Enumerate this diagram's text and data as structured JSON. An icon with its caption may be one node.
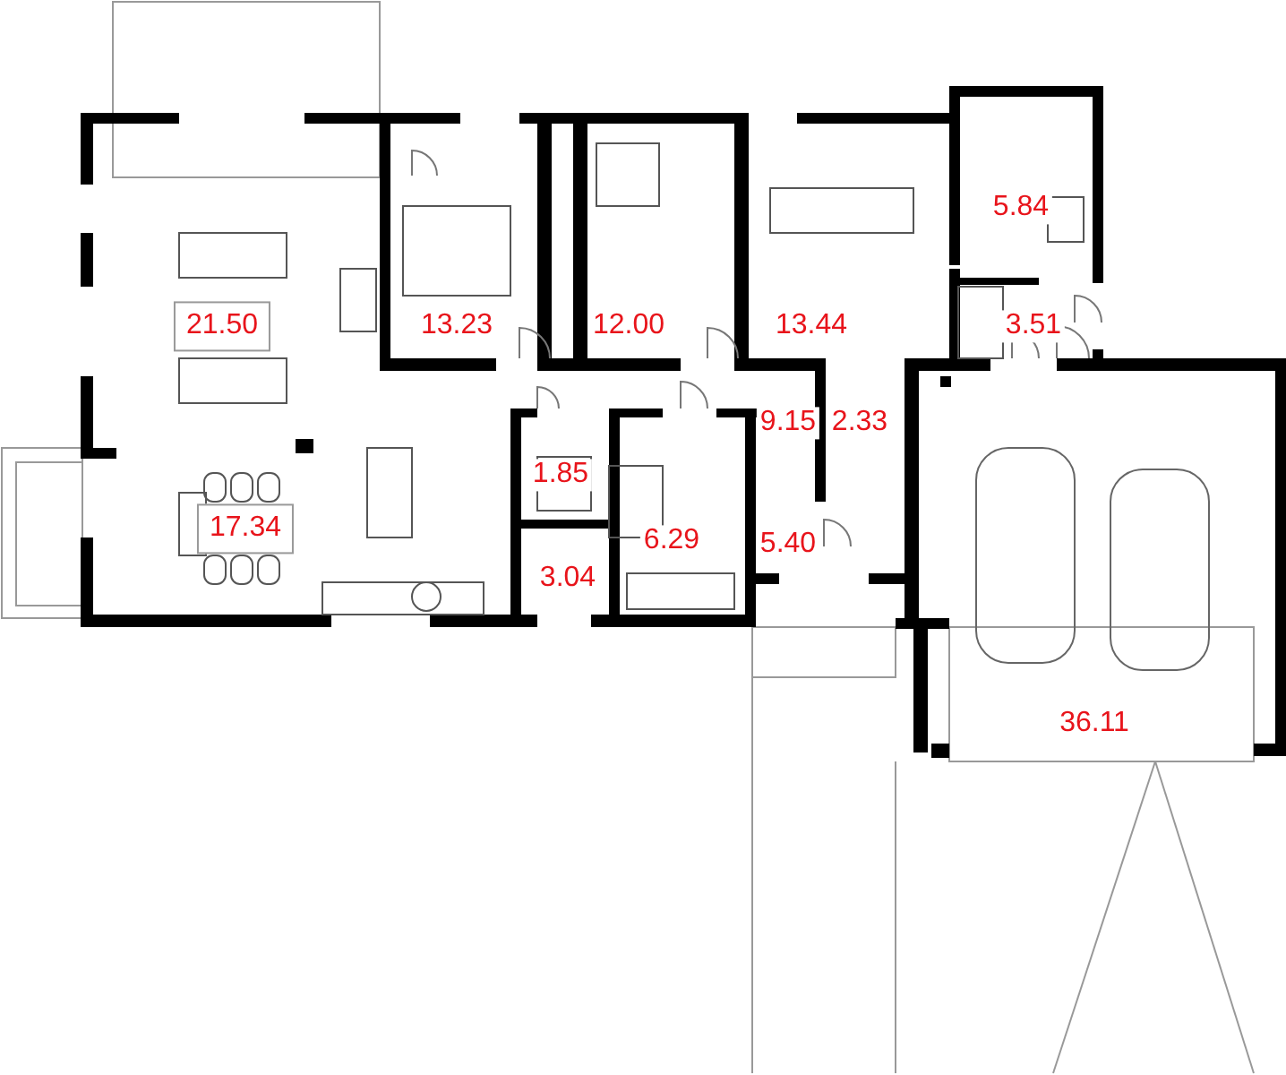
{
  "diagram": {
    "labels": [
      "5.84",
      "21.50",
      "13.23",
      "12.00",
      "13.44",
      "3.51",
      "9.15",
      "2.33",
      "1.85",
      "17.34",
      "6.29",
      "5.40",
      "3.04",
      "36.11"
    ]
  }
}
